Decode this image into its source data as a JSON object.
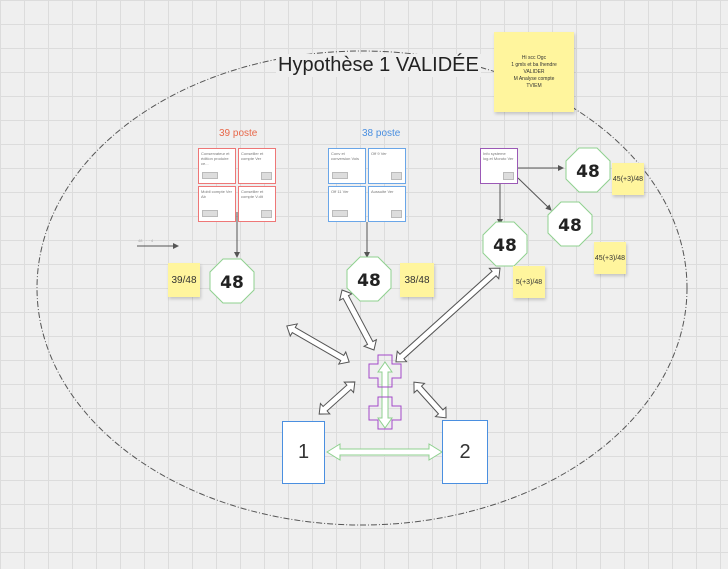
{
  "title": "Hypothèse 1 VALIDÉE",
  "sticky_notes": {
    "top_note_lines": [
      "Hi scc Ogc",
      "1 gmls et ba Ihendre",
      "VALIDER",
      "M Analyse compte",
      "TVIEM"
    ],
    "left_score": "39/48",
    "middle_score": "38/48",
    "right_score": "5(+3)/48",
    "far_right_score": "45(+3)/48",
    "lower_right_score": "45(+3)/48"
  },
  "groups": {
    "red_label": "39 poste",
    "blue_label": "38 poste"
  },
  "red_cards": [
    "Conservateur et édition produire ce...",
    "Conseiller et compte Ver",
    "Mobil compte Ver Ab",
    "Conseiller et compte V.dit"
  ],
  "blue_cards": [
    "Conv et conversion Vois",
    "Off 9 Ver",
    "Off 11 Ver",
    "Aussuite Ver"
  ],
  "purple_card": "Info systeme log.et Moruto Ver",
  "octagon_value": "48",
  "squares": {
    "first": "1",
    "second": "2"
  },
  "faint_label": "48 · · · 4"
}
